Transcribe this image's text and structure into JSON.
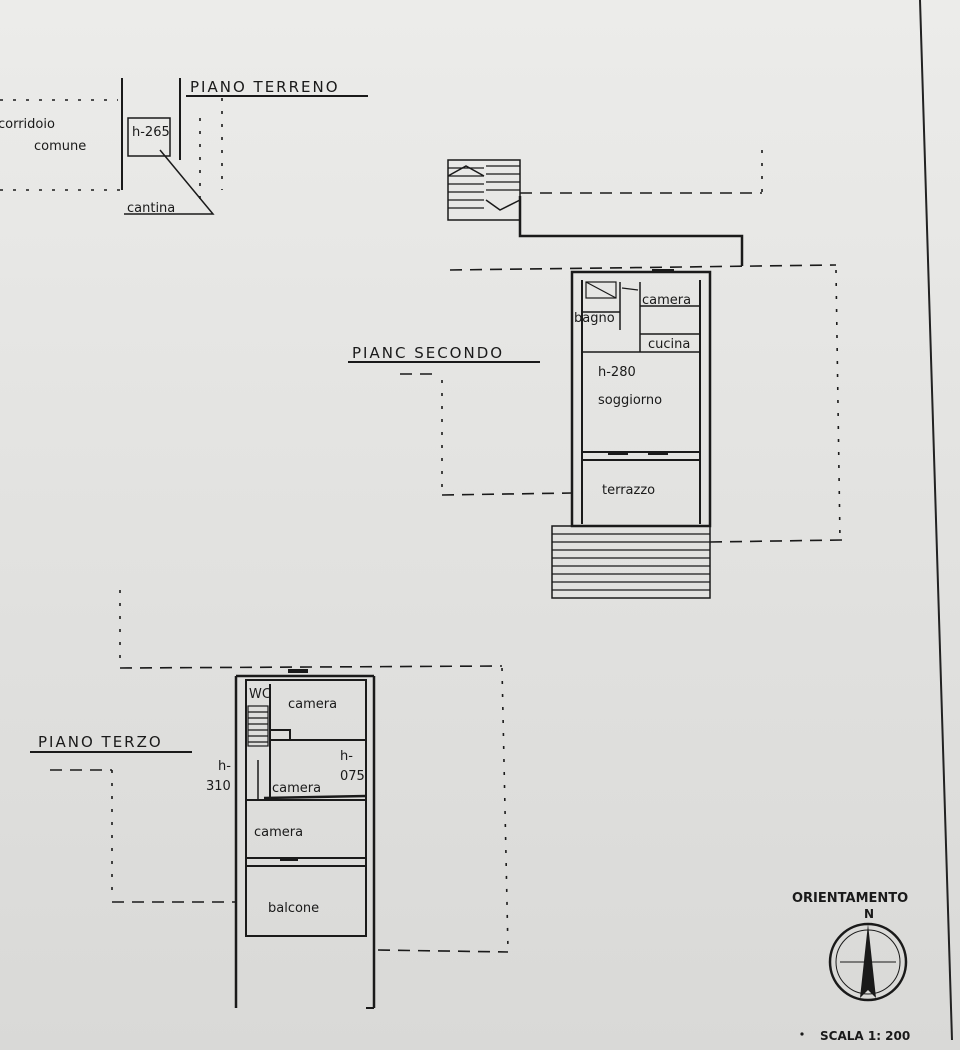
{
  "floors": {
    "ground": {
      "title": "PIANO  TERRENO",
      "rooms": [
        "corridoio",
        "comune",
        "cantina"
      ],
      "height": "h-265"
    },
    "second": {
      "title": "PIANC  SECONDO",
      "rooms": [
        "camera",
        "bagno",
        "cucina",
        "soggiorno",
        "terrazzo"
      ],
      "height": "h-280"
    },
    "third": {
      "title": "PIANO  TERZO",
      "rooms": [
        "camera",
        "camera",
        "camera",
        "balcone"
      ],
      "wc": "WC",
      "height_left": [
        "h-",
        "310"
      ],
      "height_right": [
        "h-",
        "075"
      ]
    }
  },
  "orientation": {
    "label": "ORIENTAMENTO",
    "north": "N"
  },
  "scale": "SCALA 1: 200"
}
